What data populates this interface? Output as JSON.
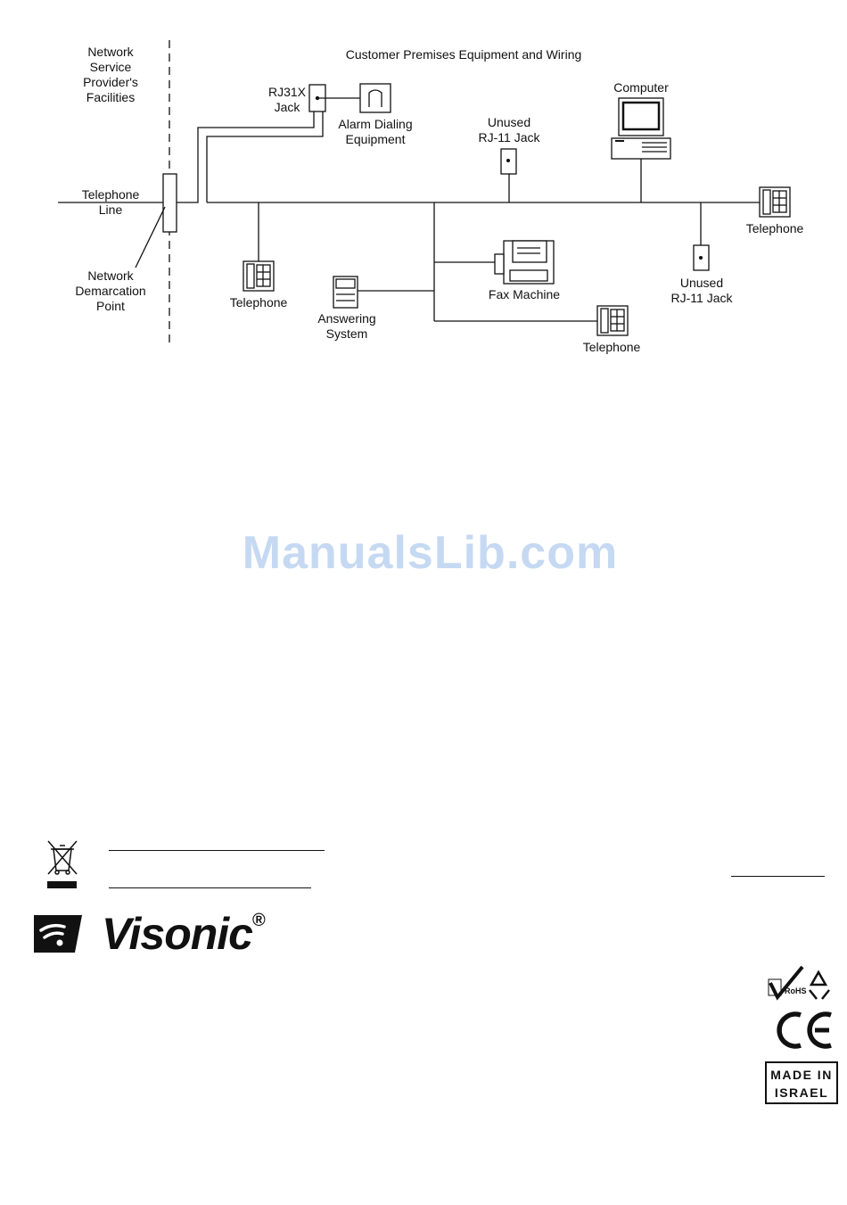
{
  "diagram": {
    "header_left": "Network\nService\nProvider's\nFacilities",
    "header_right": "Customer Premises Equipment and Wiring",
    "labels": {
      "telephone_line": "Telephone\nLine",
      "demarcation": "Network\nDemarcation\nPoint",
      "rj31x": "RJ31X\nJack",
      "alarm": "Alarm Dialing\nEquipment",
      "unused_jack_1": "Unused\nRJ-11 Jack",
      "computer": "Computer",
      "telephone_right": "Telephone",
      "telephone_left": "Telephone",
      "answering": "Answering\nSystem",
      "fax": "Fax Machine",
      "unused_jack_2": "Unused\nRJ-11 Jack",
      "telephone_bottom": "Telephone"
    }
  },
  "watermark": "ManualsLib.com",
  "brand": {
    "name": "Visonic",
    "mark": "®"
  },
  "badges": {
    "rohs": "RoHS",
    "ce": "CE",
    "made_in_line1": "MADE IN",
    "made_in_line2": "ISRAEL"
  }
}
